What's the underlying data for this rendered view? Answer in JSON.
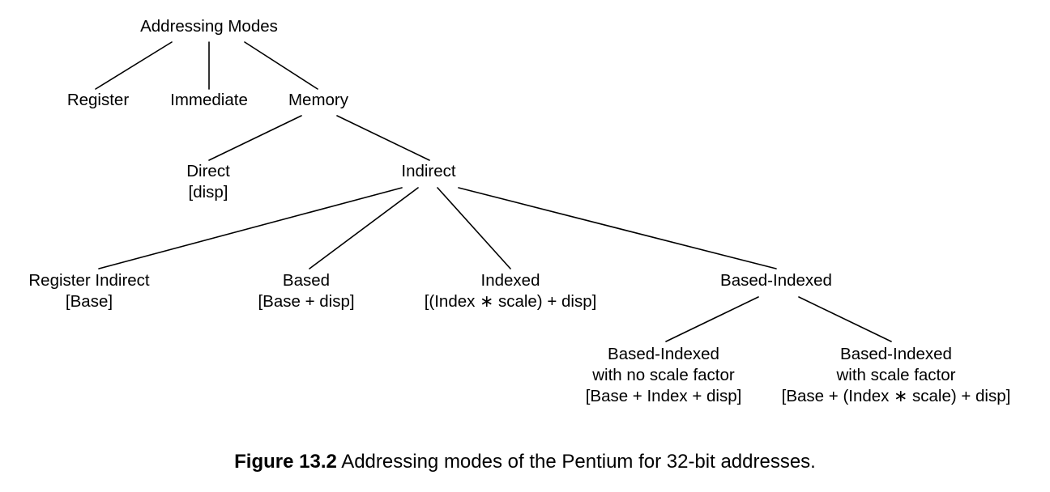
{
  "nodes": {
    "root": [
      "Addressing Modes"
    ],
    "register": [
      "Register"
    ],
    "immediate": [
      "Immediate"
    ],
    "memory": [
      "Memory"
    ],
    "direct": [
      "Direct",
      "[disp]"
    ],
    "indirect": [
      "Indirect"
    ],
    "register_indirect": [
      "Register Indirect",
      "[Base]"
    ],
    "based": [
      "Based",
      "[Base + disp]"
    ],
    "indexed": [
      "Indexed",
      "[(Index ∗ scale) + disp]"
    ],
    "based_indexed": [
      "Based-Indexed"
    ],
    "bi_no_scale": [
      "Based-Indexed",
      "with no scale factor",
      "[Base + Index + disp]"
    ],
    "bi_scale": [
      "Based-Indexed",
      "with scale factor",
      "[Base + (Index ∗ scale) + disp]"
    ]
  },
  "edges": [
    [
      "root",
      "register"
    ],
    [
      "root",
      "immediate"
    ],
    [
      "root",
      "memory"
    ],
    [
      "memory",
      "direct"
    ],
    [
      "memory",
      "indirect"
    ],
    [
      "indirect",
      "register_indirect"
    ],
    [
      "indirect",
      "based"
    ],
    [
      "indirect",
      "indexed"
    ],
    [
      "indirect",
      "based_indexed"
    ],
    [
      "based_indexed",
      "bi_no_scale"
    ],
    [
      "based_indexed",
      "bi_scale"
    ]
  ],
  "caption": {
    "label": "Figure 13.2",
    "text": " Addressing modes of the Pentium for 32-bit addresses."
  }
}
